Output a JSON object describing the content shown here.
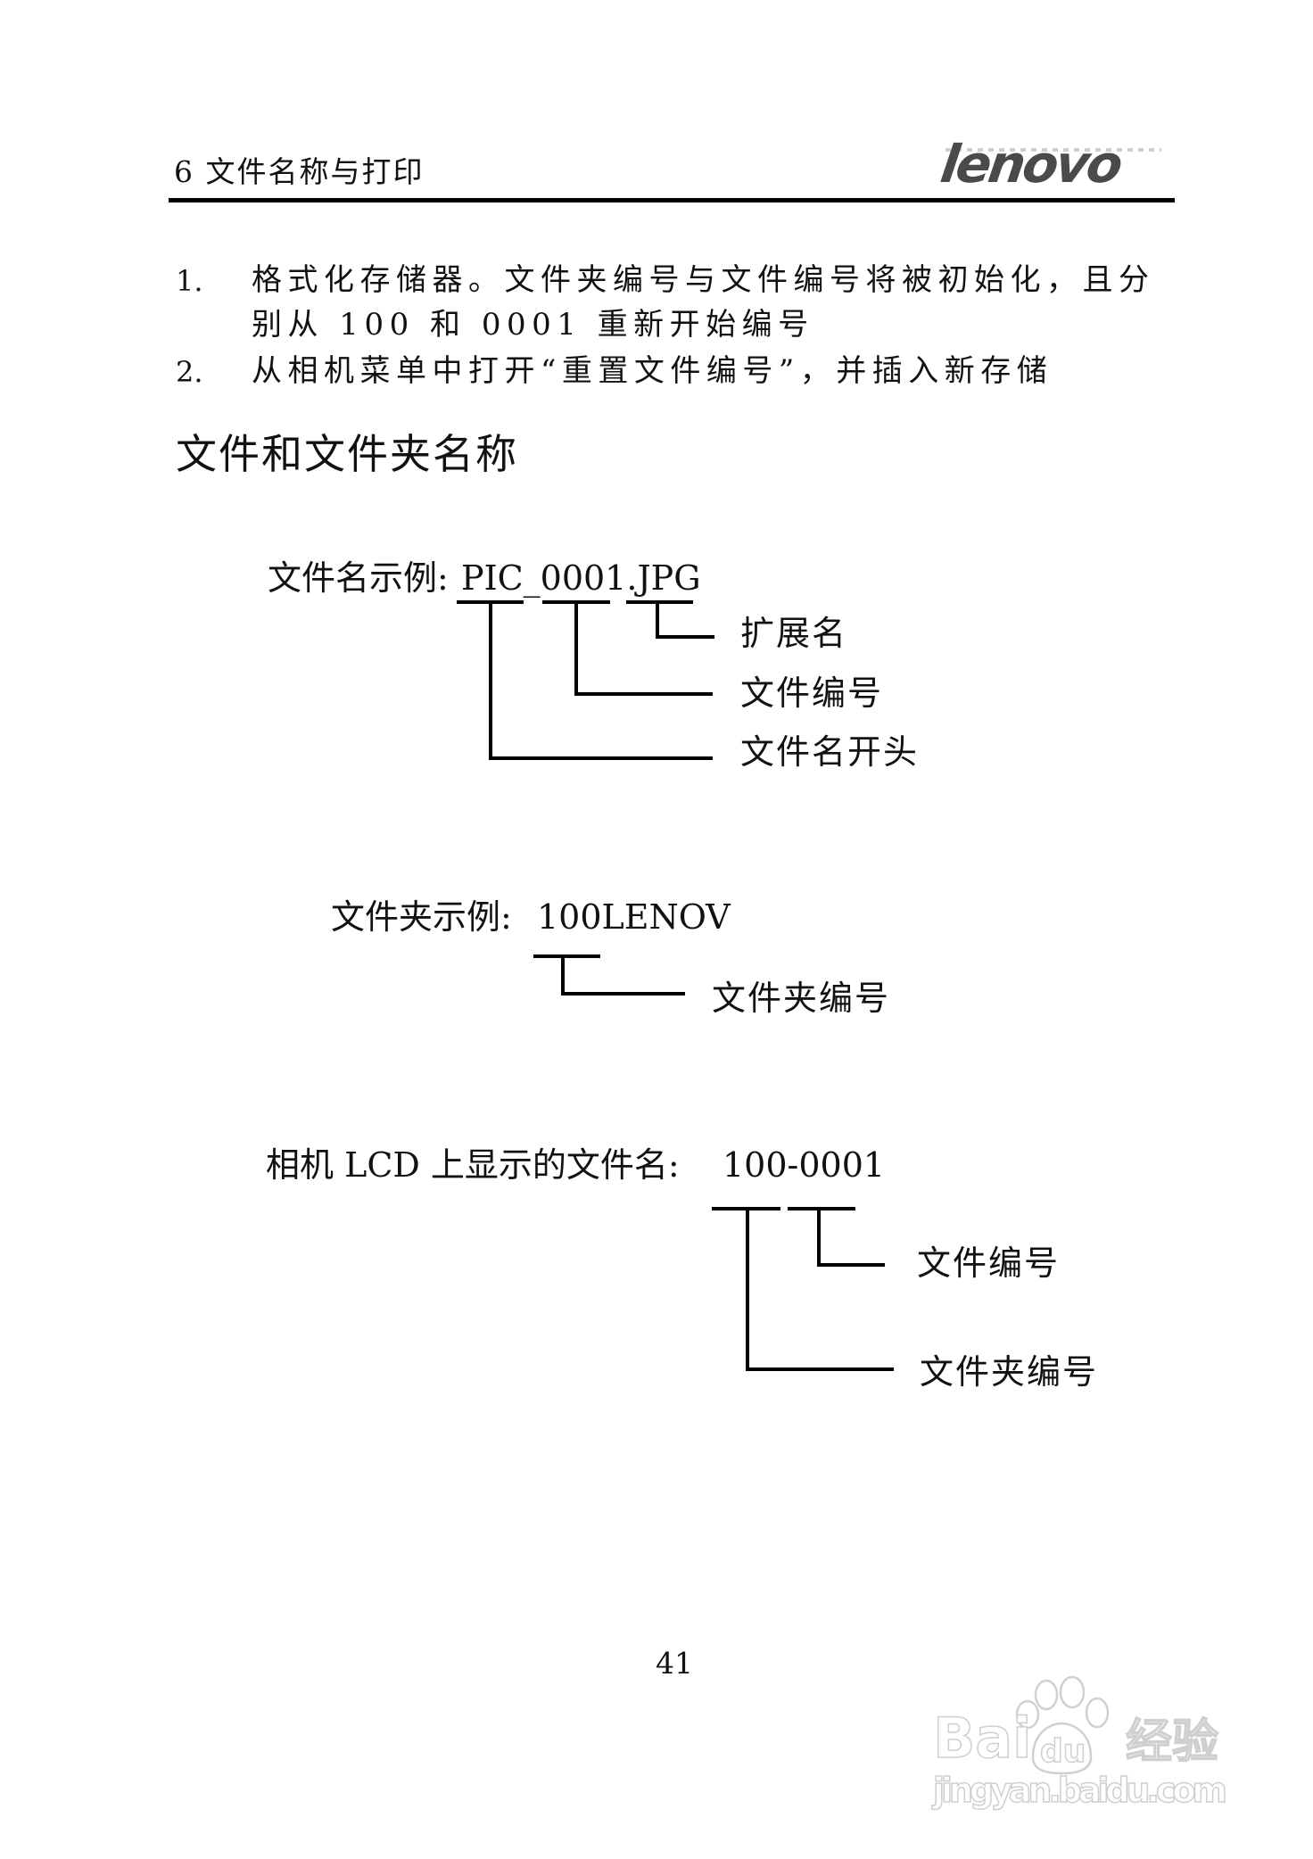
{
  "header": {
    "chapter_title": "6 文件名称与打印",
    "logo_text": "lenovo"
  },
  "list": {
    "items": [
      {
        "number": "1.",
        "lines": [
          "格式化存储器。文件夹编号与文件编号将被初始化，且分",
          "别从 100  和  0001  重新开始编号"
        ]
      },
      {
        "number": "2.",
        "lines": [
          "从相机菜单中打开“重置文件编号”，并插入新存储"
        ]
      }
    ]
  },
  "section": {
    "title": "文件和文件夹名称"
  },
  "diagrams": {
    "filename": {
      "label": "文件名示例:",
      "example": "PIC_0001.JPG",
      "parts": [
        "PIC",
        "0001",
        "JPG"
      ],
      "callouts": [
        "扩展名",
        "文件编号",
        "文件名开头"
      ]
    },
    "folder": {
      "label": "文件夹示例:",
      "example": "100LENOV",
      "parts": [
        "100"
      ],
      "callouts": [
        "文件夹编号"
      ]
    },
    "lcd": {
      "label": "相机 LCD 上显示的文件名:",
      "example": "100-0001",
      "parts": [
        "100",
        "0001"
      ],
      "callouts": [
        "文件编号",
        "文件夹编号"
      ]
    }
  },
  "footer": {
    "page_number": "41"
  },
  "watermark": {
    "brand": "Bai",
    "brand_du": "du",
    "brand_cn": "经验",
    "url": "jingyan.baidu.com"
  },
  "colors": {
    "text": "#111111",
    "rule": "#000000",
    "logo": "#4a4a4a",
    "watermark_outline": "#d0d0d0"
  }
}
